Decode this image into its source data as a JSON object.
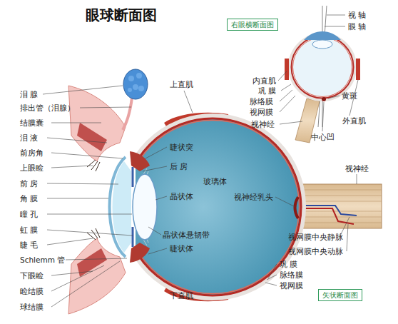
{
  "diagram": {
    "title": "眼球断面图",
    "nodes": [
      {
        "text": [
          "右眼横断面图"
        ]
      },
      {
        "text": [
          "矢状断面图"
        ]
      }
    ],
    "labels": [
      "泪 腺",
      "排出管（泪腺）",
      "结膜囊",
      "泪 液",
      "前房角",
      "上眼睑",
      "前 房",
      "角 膜",
      "瞳 孔",
      "虹 膜",
      "睫 毛",
      "Schlemm 管",
      "下眼睑",
      "睑结膜",
      "球结膜",
      "上直肌",
      "睫状突",
      "后 房",
      "玻璃体",
      "晶状体",
      "视神经乳头",
      "晶状体悬韧带",
      "睫状体",
      "下直肌",
      "视神经",
      "视网膜中央静脉",
      "视网膜中央动脉",
      "巩 膜",
      "脉络膜",
      "视网膜",
      "视 轴",
      "眼 轴",
      "内直肌",
      "巩 膜",
      "脉络膜",
      "视网膜",
      "黄斑",
      "视神经",
      "外直肌",
      "中心凹"
    ]
  }
}
